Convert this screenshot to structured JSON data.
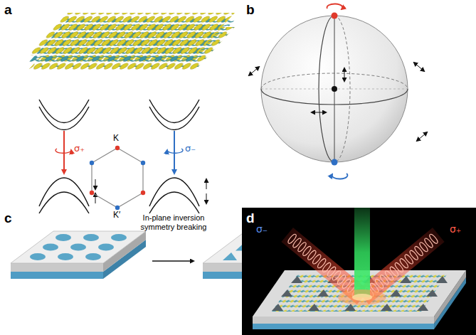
{
  "diagram": {
    "labels": [
      "a",
      "b",
      "c",
      "d",
      "σ₊",
      "K",
      "σ₋",
      "K′",
      "In-plane inversion symmetry breaking",
      "σ₋",
      "σ₊"
    ]
  }
}
